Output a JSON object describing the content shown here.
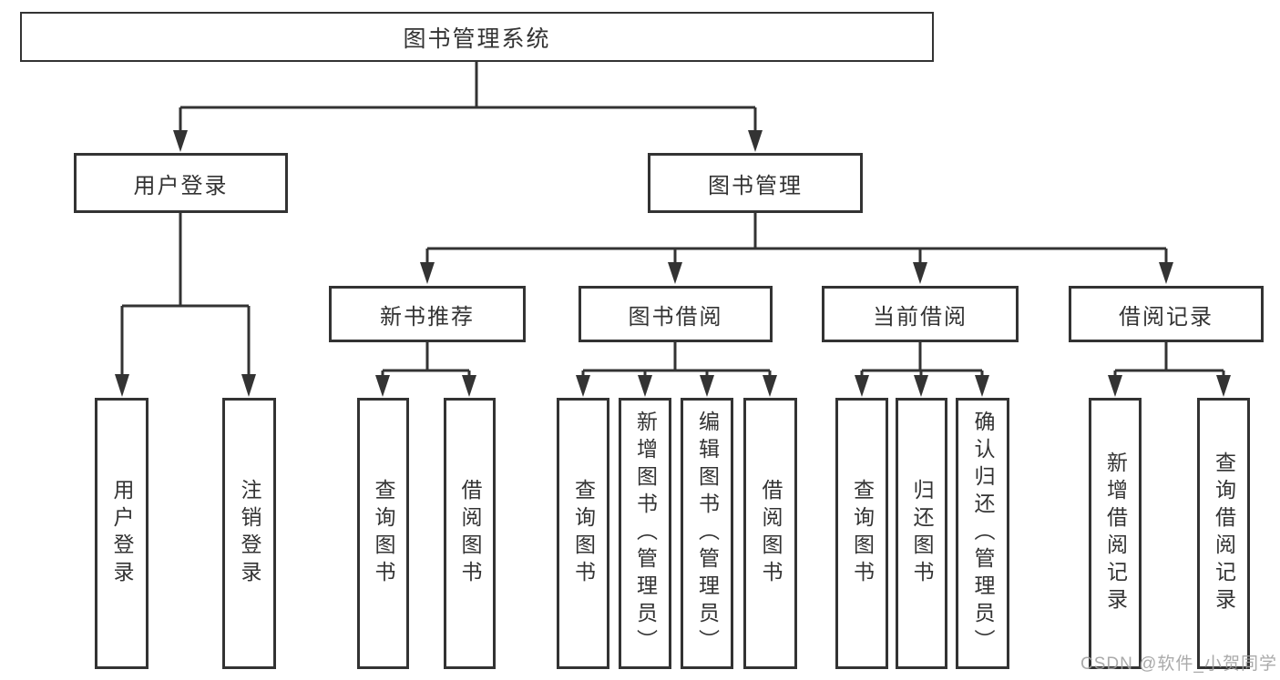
{
  "diagram": {
    "root": {
      "label": "图书管理系统"
    },
    "branches": [
      {
        "label": "用户登录",
        "children": [
          {
            "label": "用户登录"
          },
          {
            "label": "注销登录"
          }
        ]
      },
      {
        "label": "图书管理",
        "children": [
          {
            "label": "新书推荐",
            "children": [
              {
                "label": "查询图书"
              },
              {
                "label": "借阅图书"
              }
            ]
          },
          {
            "label": "图书借阅",
            "children": [
              {
                "label": "查询图书"
              },
              {
                "label": "新增图书（管理员）"
              },
              {
                "label": "编辑图书（管理员）"
              },
              {
                "label": "借阅图书"
              }
            ]
          },
          {
            "label": "当前借阅",
            "children": [
              {
                "label": "查询图书"
              },
              {
                "label": "归还图书"
              },
              {
                "label": "确认归还（管理员）"
              }
            ]
          },
          {
            "label": "借阅记录",
            "children": [
              {
                "label": "新增借阅记录"
              },
              {
                "label": "查询借阅记录"
              }
            ]
          }
        ]
      }
    ]
  },
  "watermark": {
    "text": "CSDN @软件_小贺同学"
  },
  "colors": {
    "line": "#333333",
    "border": "#333333",
    "text": "#333333",
    "background": "#ffffff",
    "watermark": "#9e9e9e"
  }
}
